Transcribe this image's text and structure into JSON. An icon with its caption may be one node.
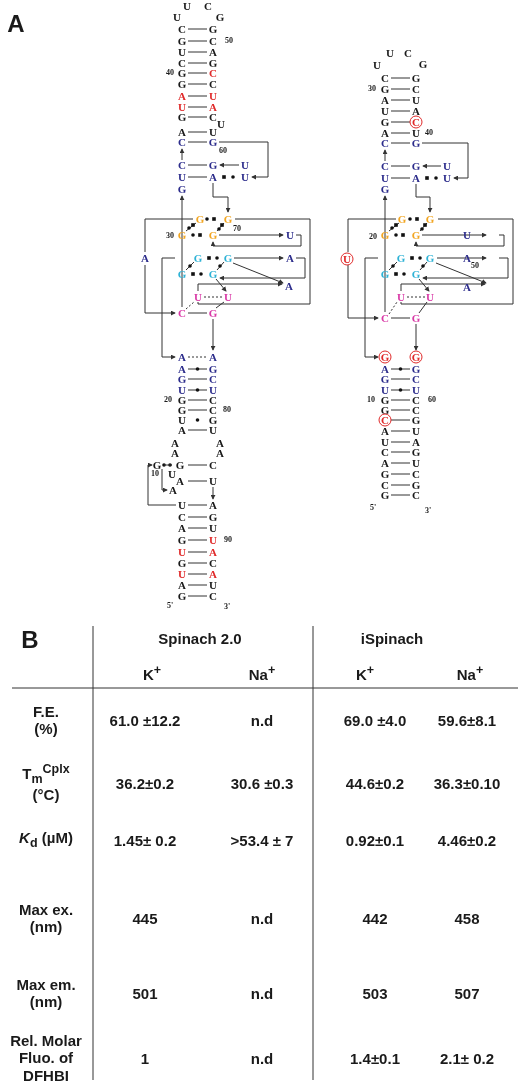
{
  "diagram": {
    "labels": [
      "A",
      "U",
      "C",
      "U",
      "G",
      "C",
      "G",
      "G",
      "C",
      "50",
      "U",
      "A",
      "C",
      "G",
      "40",
      "G",
      "C",
      "G",
      "C",
      "A",
      "U",
      "U",
      "A",
      "G",
      "C",
      "U",
      "A",
      "U",
      "C",
      "G",
      "60",
      "C",
      "G",
      "U",
      "U",
      "A",
      "U",
      "G",
      "G",
      "G",
      "70",
      "30",
      "G",
      "G",
      "U",
      "A",
      "G",
      "G",
      "A",
      "G",
      "G",
      "A",
      "U",
      "U",
      "C",
      "G",
      "A",
      "A",
      "A",
      "G",
      "G",
      "C",
      "U",
      "U",
      "20",
      "G",
      "C",
      "G",
      "C",
      "80",
      "U",
      "G",
      "A",
      "U",
      "A",
      "A",
      "A",
      "A",
      "G",
      "G",
      "C",
      "10",
      "U",
      "A",
      "U",
      "A",
      "U",
      "A",
      "C",
      "G",
      "A",
      "U",
      "G",
      "U",
      "90",
      "U",
      "A",
      "G",
      "C",
      "U",
      "A",
      "A",
      "U",
      "G",
      "C",
      "5'",
      "3'",
      "U",
      "C",
      "U",
      "G",
      "C",
      "G",
      "30",
      "G",
      "C",
      "A",
      "U",
      "U",
      "A",
      "G",
      "C",
      "A",
      "U",
      "40",
      "C",
      "G",
      "C",
      "G",
      "U",
      "U",
      "A",
      "U",
      "G",
      "G",
      "G",
      "20",
      "G",
      "G",
      "U",
      "U",
      "G",
      "G",
      "A",
      "50",
      "G",
      "G",
      "A",
      "U",
      "U",
      "C",
      "G",
      "G",
      "G",
      "A",
      "G",
      "G",
      "C",
      "U",
      "U",
      "10",
      "G",
      "C",
      "60",
      "G",
      "C",
      "C",
      "G",
      "A",
      "U",
      "U",
      "A",
      "C",
      "G",
      "A",
      "U",
      "G",
      "C",
      "C",
      "G",
      "G",
      "C",
      "5'",
      "3'",
      "B",
      "Spinach 2.0",
      "iSpinach",
      "K$^{+}$",
      "Na$^{+}$",
      "K$^{+}$",
      "Na$^{+}$",
      "F.E. (%)",
      "61.0 ±12.2",
      "n.d",
      "69.0 ±4.0",
      "59.6±8.1",
      "T$_{m}$$^{Cplx}$ (°C)",
      "36.2±0.2",
      "30.6 ±0.3",
      "44.6±0.2",
      "36.3±0.10",
      "*K*$_{d}$ (µM)",
      "1.45± 0.2",
      ">53.4 ± 7",
      "0.92±0.1",
      "4.46±0.2",
      "Max ex. (nm)",
      "445",
      "n.d",
      "442",
      "458",
      "Max em. (nm)",
      "501",
      "n.d",
      "503",
      "507",
      "Rel. Molar Fluo. of DFHBI",
      "1",
      "n.d",
      "1.4±0.1",
      "2.1± 0.2"
    ]
  }
}
